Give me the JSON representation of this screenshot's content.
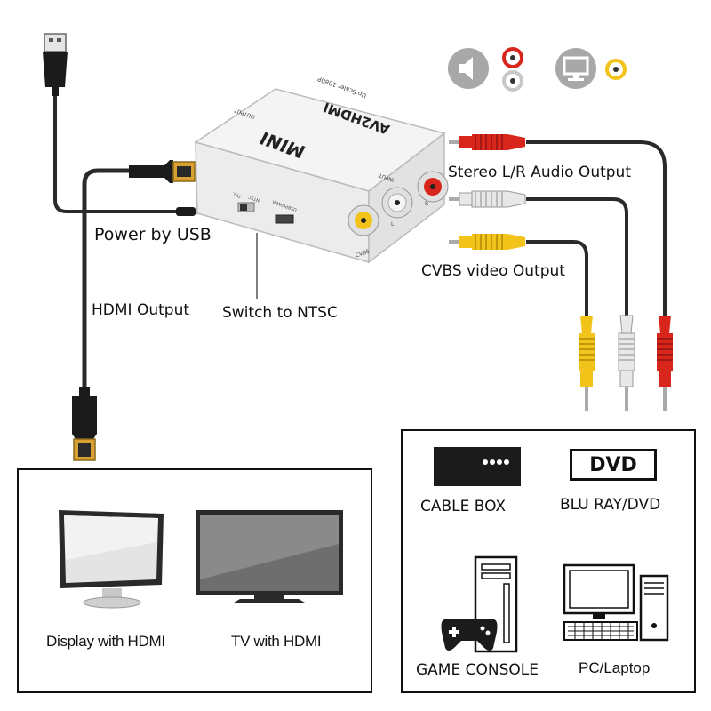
{
  "device": {
    "name": "MINI",
    "model": "AV2HDMI",
    "subtitle": "Up Scaler 1080P",
    "output_port": "OUTPUT",
    "input_label": "INPUT",
    "usb_port": "USBPOWER",
    "switch_pal": "PAL",
    "switch_ntsc": "NTSC",
    "jack_r": "R",
    "jack_l": "L",
    "jack_cvbs": "CVBS"
  },
  "labels": {
    "power_by_usb": "Power by USB",
    "hdmi_output": "HDMI Output",
    "switch_to_ntsc": "Switch to NTSC",
    "stereo_output": "Stereo L/R Audio Output",
    "cvbs_output": "CVBS video Output"
  },
  "left_panel": {
    "display_label": "Display with HDMI",
    "tv_label": "TV with HDMI"
  },
  "right_panel": {
    "cable_box_label": "CABLE BOX",
    "dvd_badge": "DVD",
    "bluray_label": "BLU RAY/DVD",
    "game_console_label": "GAME CONSOLE",
    "pc_label": "PC/Laptop"
  },
  "colors": {
    "red_plug": "#d8261c",
    "white_plug": "#e8e8e8",
    "yellow_plug": "#f2c319",
    "cable": "#2a2a2a",
    "icon_gray": "#a8a8a8"
  }
}
